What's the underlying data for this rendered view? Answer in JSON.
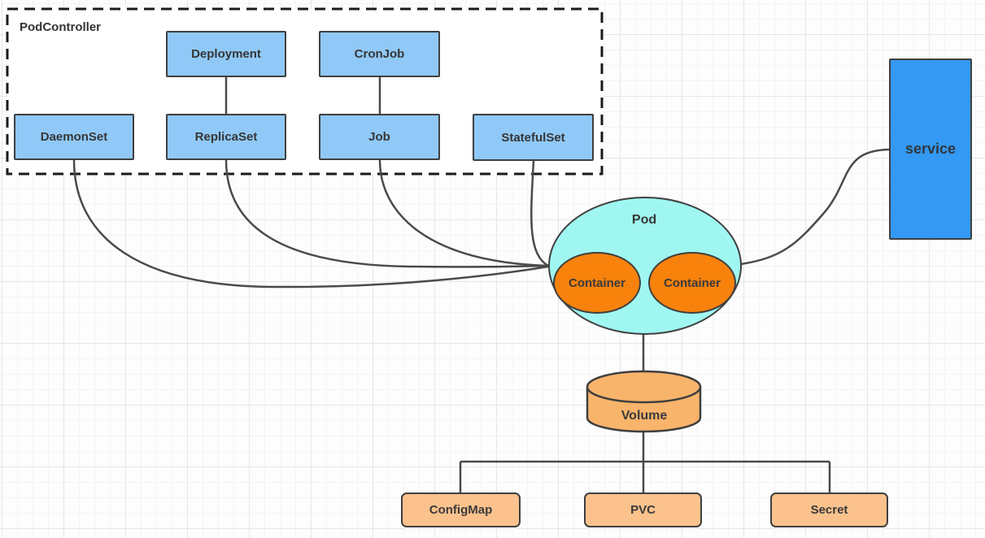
{
  "diagram": {
    "type": "kubernetes-architecture",
    "group": {
      "label": "PodController"
    },
    "nodes": {
      "deployment": {
        "label": "Deployment"
      },
      "cronjob": {
        "label": "CronJob"
      },
      "daemonset": {
        "label": "DaemonSet"
      },
      "replicaset": {
        "label": "ReplicaSet"
      },
      "job": {
        "label": "Job"
      },
      "statefulset": {
        "label": "StatefulSet"
      },
      "pod": {
        "label": "Pod"
      },
      "container1": {
        "label": "Container"
      },
      "container2": {
        "label": "Container"
      },
      "service": {
        "label": "service"
      },
      "volume": {
        "label": "Volume"
      },
      "configmap": {
        "label": "ConfigMap"
      },
      "pvc": {
        "label": "PVC"
      },
      "secret": {
        "label": "Secret"
      }
    },
    "edges": [
      {
        "from": "Deployment",
        "to": "ReplicaSet"
      },
      {
        "from": "CronJob",
        "to": "Job"
      },
      {
        "from": "DaemonSet",
        "to": "Pod"
      },
      {
        "from": "ReplicaSet",
        "to": "Pod"
      },
      {
        "from": "Job",
        "to": "Pod"
      },
      {
        "from": "StatefulSet",
        "to": "Pod"
      },
      {
        "from": "Pod",
        "to": "service"
      },
      {
        "from": "Pod",
        "to": "Volume"
      },
      {
        "from": "Volume",
        "to": "ConfigMap"
      },
      {
        "from": "Volume",
        "to": "PVC"
      },
      {
        "from": "Volume",
        "to": "Secret"
      }
    ],
    "colors": {
      "controller_box_fill": "#90c9f7",
      "pod_fill": "#a0f7f1",
      "container_fill": "#f8820c",
      "service_fill": "#3399f2",
      "volume_fill": "#f9b46b",
      "resource_box_fill": "#fbc28d",
      "edge_stroke": "#4a4a4a",
      "node_border": "#3f3f3f",
      "group_border": "#1a1a1a"
    }
  }
}
